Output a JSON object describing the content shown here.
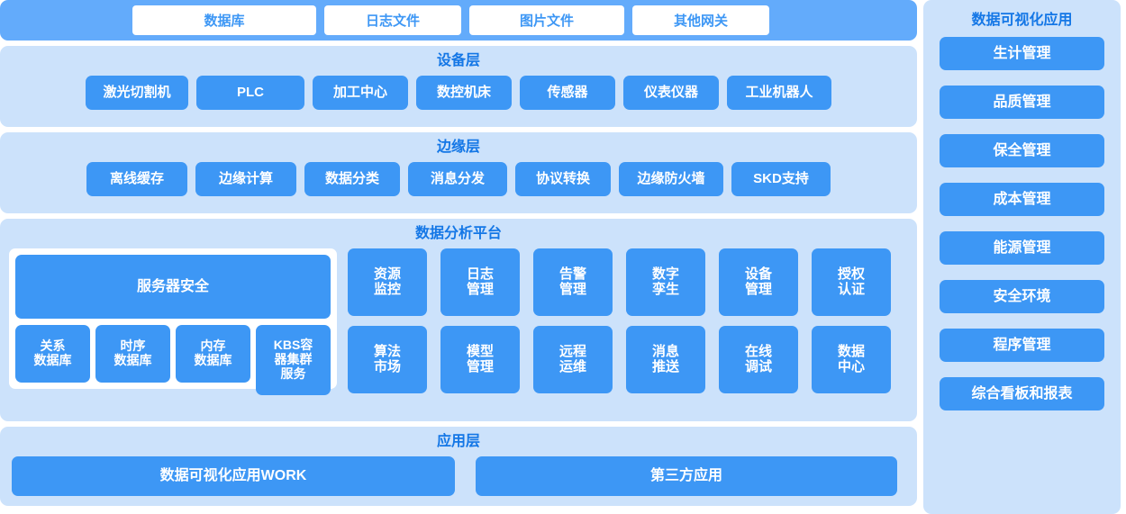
{
  "sources": {
    "items": [
      {
        "label": "数据库",
        "w": "w1"
      },
      {
        "label": "日志文件",
        "w": "w2"
      },
      {
        "label": "图片文件",
        "w": "w3"
      },
      {
        "label": "其他网关",
        "w": "w4"
      }
    ]
  },
  "device_layer": {
    "title": "设备层",
    "items": [
      "激光切割机",
      "PLC",
      "加工中心",
      "数控机床",
      "传感器",
      "仪表仪器",
      "工业机器人"
    ]
  },
  "edge_layer": {
    "title": "边缘层",
    "items": [
      "离线缓存",
      "边缘计算",
      "数据分类",
      "消息分发",
      "协议转换",
      "边缘防火墙",
      "SKD支持"
    ]
  },
  "platform_layer": {
    "title": "数据分析平台",
    "server_security": "服务器安全",
    "databases": [
      {
        "lines": [
          "关系",
          "数据库"
        ],
        "tall": false
      },
      {
        "lines": [
          "时序",
          "数据库"
        ],
        "tall": false
      },
      {
        "lines": [
          "内存",
          "数据库"
        ],
        "tall": false
      },
      {
        "lines": [
          "KBS容",
          "器集群",
          "服务"
        ],
        "tall": true
      }
    ],
    "modules": [
      {
        "lines": [
          "资源",
          "监控"
        ]
      },
      {
        "lines": [
          "日志",
          "管理"
        ]
      },
      {
        "lines": [
          "告警",
          "管理"
        ]
      },
      {
        "lines": [
          "数字",
          "孪生"
        ]
      },
      {
        "lines": [
          "设备",
          "管理"
        ]
      },
      {
        "lines": [
          "授权",
          "认证"
        ]
      },
      {
        "lines": [
          "算法",
          "市场"
        ]
      },
      {
        "lines": [
          "模型",
          "管理"
        ]
      },
      {
        "lines": [
          "远程",
          "运维"
        ]
      },
      {
        "lines": [
          "消息",
          "推送"
        ]
      },
      {
        "lines": [
          "在线",
          "调试"
        ]
      },
      {
        "lines": [
          "数据",
          "中心"
        ]
      }
    ]
  },
  "app_layer": {
    "title": "应用层",
    "items": [
      "数据可视化应用WORK",
      "第三方应用"
    ]
  },
  "sidebar": {
    "title": "数据可视化应用",
    "items": [
      "生计管理",
      "品质管理",
      "保全管理",
      "成本管理",
      "能源管理",
      "安全环境",
      "程序管理",
      "综合看板和报表"
    ]
  },
  "colors": {
    "pill_blue": "#3D97F5",
    "panel_blue": "#CCE2FB",
    "source_bar_blue": "#63ABFB",
    "title_blue": "#1477E6",
    "white": "#FFFFFF"
  }
}
